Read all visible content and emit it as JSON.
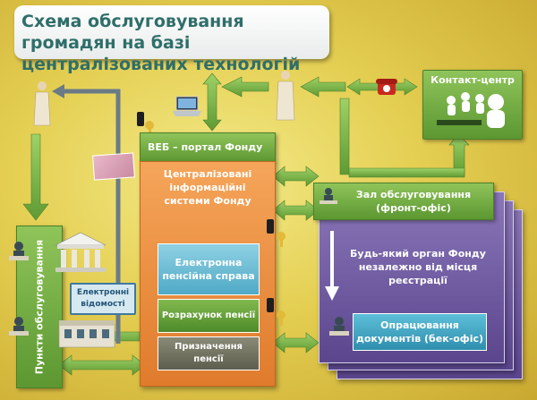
{
  "title": "Схема обслуговування громадян на базі централізованих технологій",
  "contact_center": "Контакт-центр",
  "web_portal": "ВЕБ – портал Фонду",
  "central_systems": "Централізовані інформаційні системи Фонду",
  "electronic_pension": "Електронна пенсійна справа",
  "pension_calc": "Розрахунок пенсії",
  "pension_assign": "Призначення пенсії",
  "service_hall": "Зал обслуговування (фронт-офіс)",
  "any_body": "Будь-який орган Фонду незалежно від місця реєстрації",
  "doc_processing": "Опрацювання документів (бек-офіс)",
  "service_points": "Пункти обслуговування",
  "electronic_statements": "Електронні відомості",
  "colors": {
    "green": "#6aa83a",
    "orange": "#e98a3a",
    "purple": "#6b58a0",
    "teal": "#5ab3cf",
    "title_text": "#2f6e6a"
  }
}
